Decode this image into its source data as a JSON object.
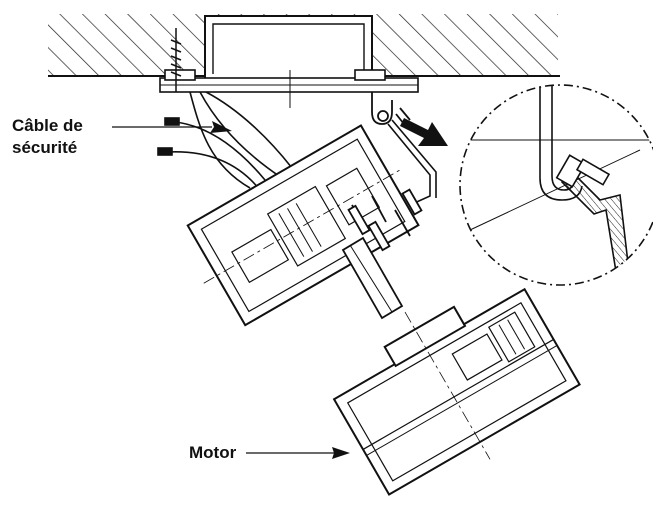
{
  "labels": {
    "cable_line1": "Câble de",
    "cable_line2": "sécurité",
    "motor": "Motor"
  },
  "colors": {
    "ink": "#111111",
    "background": "#ffffff"
  }
}
